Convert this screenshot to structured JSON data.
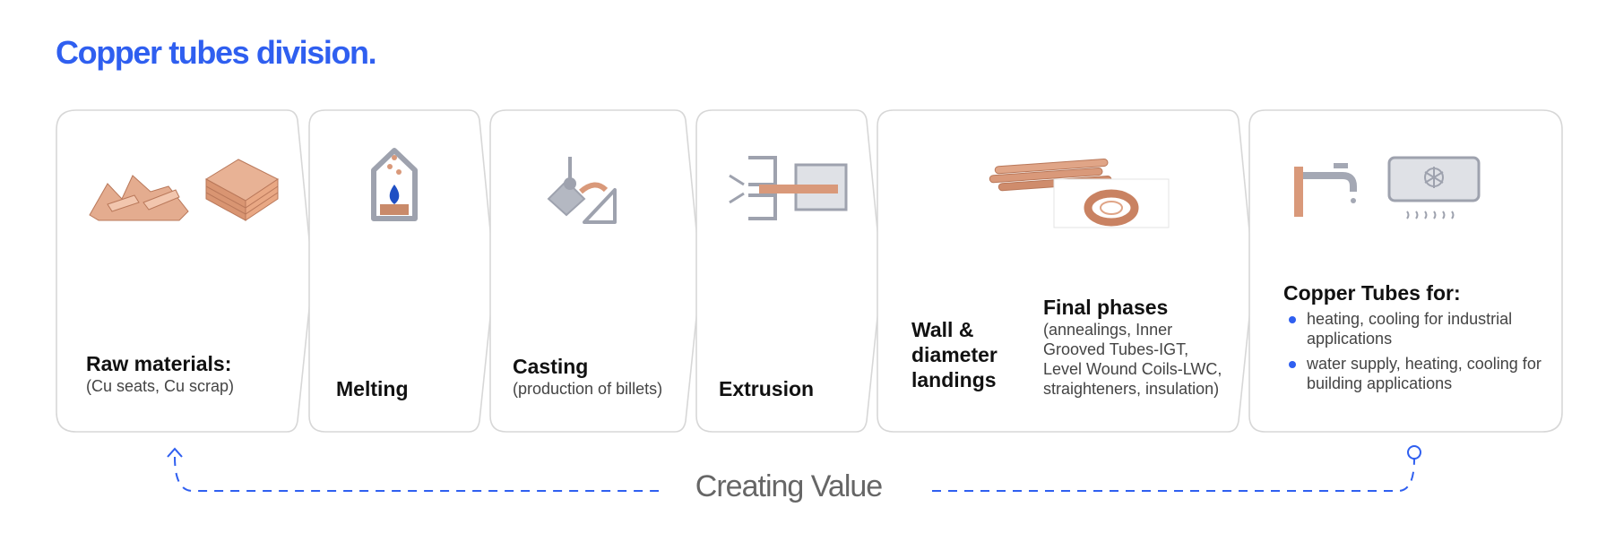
{
  "title": "Copper tubes division.",
  "steps": [
    {
      "heading": "Raw materials:",
      "detail": "(Cu seats, Cu scrap)",
      "icon": "raw-materials-icon"
    },
    {
      "heading": "Melting",
      "icon": "melting-furnace-icon"
    },
    {
      "heading": "Casting",
      "detail": "(production of billets)",
      "icon": "casting-ladle-icon"
    },
    {
      "heading": "Extrusion",
      "icon": "extrusion-press-icon"
    },
    {
      "heading_lines": [
        "Wall &",
        "diameter",
        "landings"
      ],
      "heading2": "Final phases",
      "detail_lines": [
        "(annealings, Inner",
        "Grooved Tubes-IGT,",
        "Level Wound Coils-LWC,",
        "straighteners, insulation)"
      ],
      "icon": "copper-tubes-coil-icon"
    },
    {
      "heading": "Copper Tubes for:",
      "bullets": [
        "heating, cooling for industrial applications",
        "water supply, heating, cooling for building applications"
      ],
      "icon": "faucet-air-conditioner-icon"
    }
  ],
  "footer": {
    "label": "Creating Value"
  },
  "colors": {
    "accent": "#2f5ff0",
    "copper": "#d9997a",
    "gray": "#a4a8b4",
    "border": "#d7d7d7"
  }
}
